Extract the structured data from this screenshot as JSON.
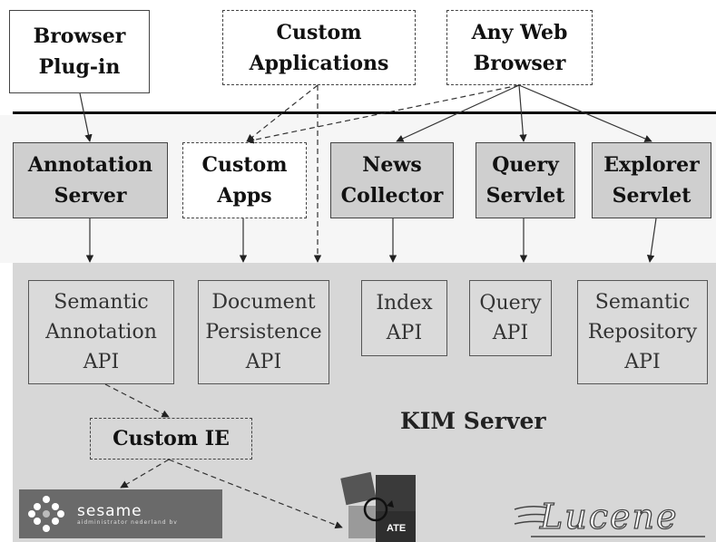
{
  "top": {
    "browser_plugin": "Browser\nPlug-in",
    "custom_applications": "Custom\nApplications",
    "any_web_browser": "Any Web\nBrowser"
  },
  "middle": {
    "annotation_server": "Annotation\nServer",
    "custom_apps": "Custom\nApps",
    "news_collector": "News\nCollector",
    "query_servlet": "Query\nServlet",
    "explorer_servlet": "Explorer\nServlet"
  },
  "kim": {
    "label": "KIM Server",
    "semantic_annotation_api": "Semantic\nAnnotation\nAPI",
    "document_persistence_api": "Document\nPersistence\nAPI",
    "index_api": "Index\nAPI",
    "query_api": "Query\nAPI",
    "semantic_repository_api": "Semantic\nRepository\nAPI",
    "custom_ie": "Custom IE"
  },
  "logos": {
    "sesame_name": "sesame",
    "sesame_sub": "aidministrator nederland bv",
    "gate_text": "ATE",
    "lucene_text": "Lucene"
  }
}
